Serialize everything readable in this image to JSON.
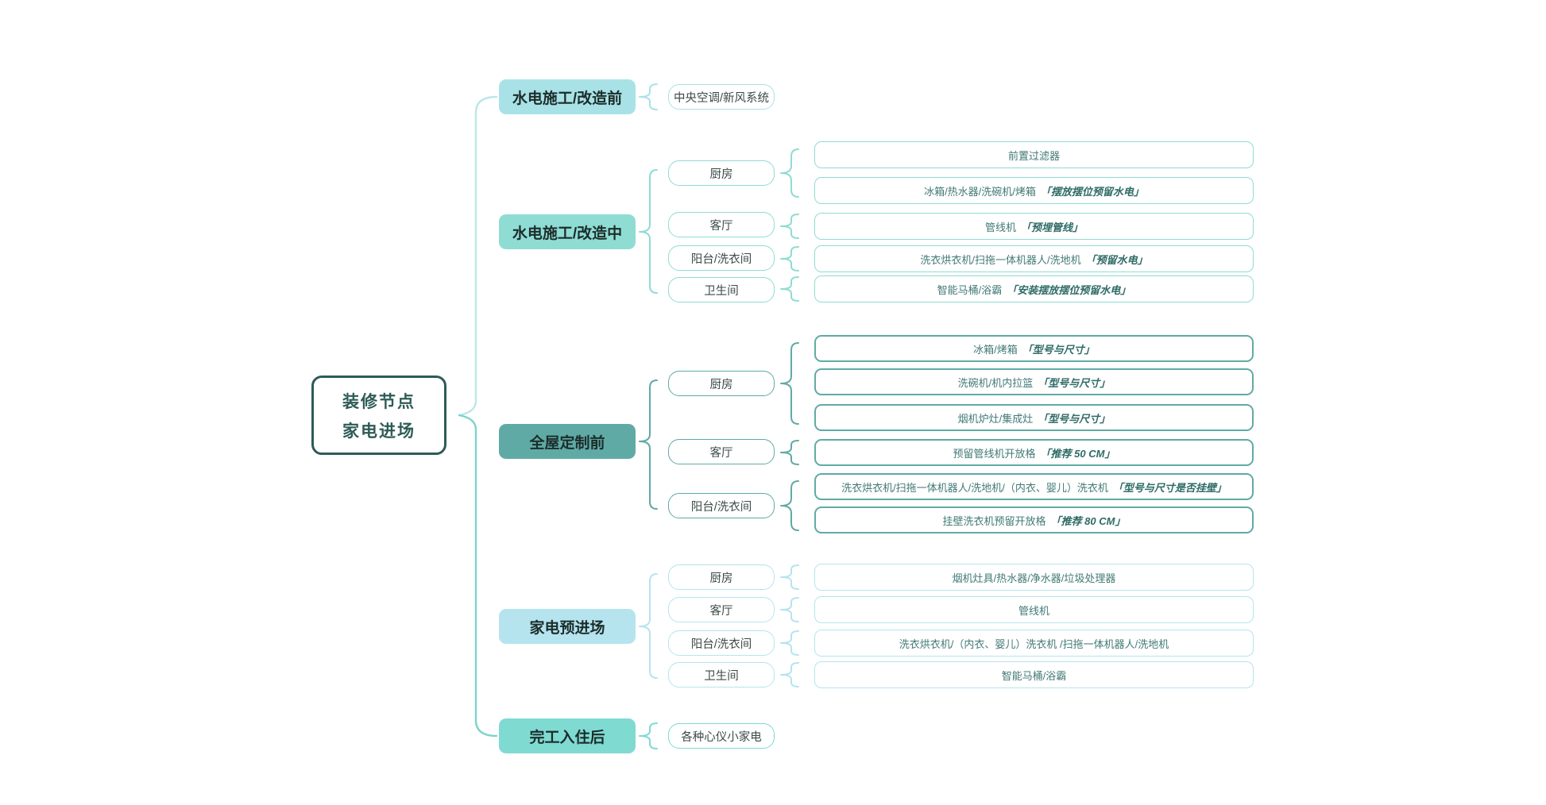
{
  "root": {
    "line1": "装修节点",
    "line2": "家电进场"
  },
  "branches": [
    {
      "label": "水电施工/改造前",
      "children": [
        {
          "label": "中央空调/新风系统",
          "leaves": []
        }
      ]
    },
    {
      "label": "水电施工/改造中",
      "children": [
        {
          "label": "厨房",
          "leaves": [
            {
              "text": "前置过滤器",
              "note": ""
            },
            {
              "text": "冰箱/热水器/洗碗机/烤箱",
              "note": "「摆放摆位预留水电」"
            }
          ]
        },
        {
          "label": "客厅",
          "leaves": [
            {
              "text": "管线机",
              "note": "「预埋管线」"
            }
          ]
        },
        {
          "label": "阳台/洗衣间",
          "leaves": [
            {
              "text": "洗衣烘衣机/扫拖一体机器人/洗地机",
              "note": "「预留水电」"
            }
          ]
        },
        {
          "label": "卫生间",
          "leaves": [
            {
              "text": "智能马桶/浴霸",
              "note": "「安装摆放摆位预留水电」"
            }
          ]
        }
      ]
    },
    {
      "label": "全屋定制前",
      "children": [
        {
          "label": "厨房",
          "leaves": [
            {
              "text": "冰箱/烤箱",
              "note": "「型号与尺寸」"
            },
            {
              "text": "洗碗机/机内拉篮",
              "note": "「型号与尺寸」"
            },
            {
              "text": "烟机炉灶/集成灶",
              "note": "「型号与尺寸」"
            }
          ]
        },
        {
          "label": "客厅",
          "leaves": [
            {
              "text": "预留管线机开放格",
              "note": "「推荐 50 CM」"
            }
          ]
        },
        {
          "label": "阳台/洗衣间",
          "leaves": [
            {
              "text": "洗衣烘衣机/扫拖一体机器人/洗地机/（内衣、婴儿）洗衣机",
              "note": "「型号与尺寸是否挂壁」"
            },
            {
              "text": "挂壁洗衣机预留开放格",
              "note": "「推荐 80 CM」"
            }
          ]
        }
      ]
    },
    {
      "label": "家电预进场",
      "children": [
        {
          "label": "厨房",
          "leaves": [
            {
              "text": "烟机灶具/热水器/净水器/垃圾处理器",
              "note": ""
            }
          ]
        },
        {
          "label": "客厅",
          "leaves": [
            {
              "text": "管线机",
              "note": ""
            }
          ]
        },
        {
          "label": "阳台/洗衣间",
          "leaves": [
            {
              "text": "洗衣烘衣机/（内衣、婴儿）洗衣机 /扫拖一体机器人/洗地机",
              "note": ""
            }
          ]
        },
        {
          "label": "卫生间",
          "leaves": [
            {
              "text": "智能马桶/浴霸",
              "note": ""
            }
          ]
        }
      ]
    },
    {
      "label": "完工入住后",
      "children": [
        {
          "label": "各种心仪小家电",
          "leaves": []
        }
      ]
    }
  ],
  "colors": {
    "branch1": "#A9E2E6",
    "branch2": "#8FDCD3",
    "branch3": "#60AAA5",
    "branch4": "#B5E4EF",
    "branch5": "#7FDAD2",
    "root_accent": "#2E5B57",
    "brace_top": "#BCE6EA",
    "brace_bottom": "#7DD3CC",
    "branch_text": "#1C2D2B",
    "child_text": "#3C4A49",
    "leaf_text": "#417975",
    "leaf_note": "#2E6B66"
  }
}
